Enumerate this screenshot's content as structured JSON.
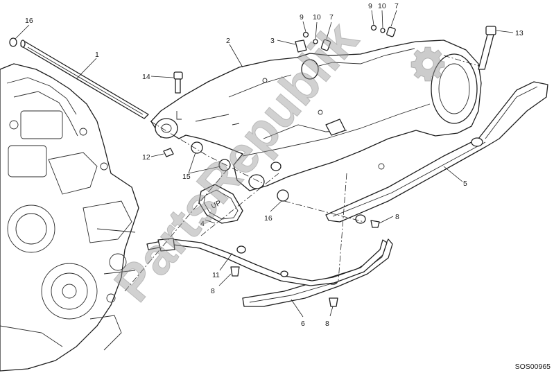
{
  "diagram": {
    "callouts": [
      "16",
      "1",
      "14",
      "12",
      "15",
      "2",
      "3",
      "9",
      "10",
      "7",
      "9",
      "10",
      "7",
      "13",
      "5",
      "8",
      "16",
      "4",
      "11",
      "8",
      "6",
      "8"
    ],
    "panel_label": "UP",
    "watermark": "PartsRepublik",
    "drawing_code": "SOS00965"
  }
}
